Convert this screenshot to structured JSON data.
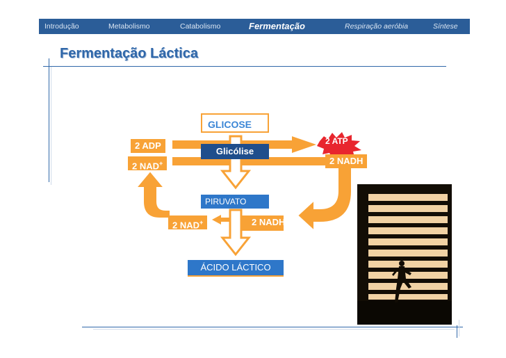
{
  "nav": {
    "tabs": [
      {
        "label": "Introdução"
      },
      {
        "label": "Metabolismo"
      },
      {
        "label": "Catabolismo"
      },
      {
        "label": "Fermentação"
      },
      {
        "label": "Respiração aeróbia"
      },
      {
        "label": "Síntese"
      }
    ],
    "active_tab": "Fermentação"
  },
  "slide": {
    "title": "Fermentação Láctica"
  },
  "diagram": {
    "glicose": "GLICOSE",
    "glicolise": "Glicólise",
    "adp": "2 ADP",
    "nad_in": "2 NAD",
    "nad_in_sup": "+",
    "atp": "2 ATP",
    "nadh_top": "2 NADH",
    "piruvato": "PIRUVATO",
    "nad_out": "2 NAD",
    "nad_out_sup": "+",
    "nadh_bottom": "2 NADH",
    "acido": "ÁCIDO LÁCTICO"
  },
  "colors": {
    "nav_bg": "#2b5d98",
    "accent_blue": "#2f67a9",
    "orange": "#f8a236",
    "atp_burst": "#e8262e",
    "box_blue": "#3b86d6"
  }
}
